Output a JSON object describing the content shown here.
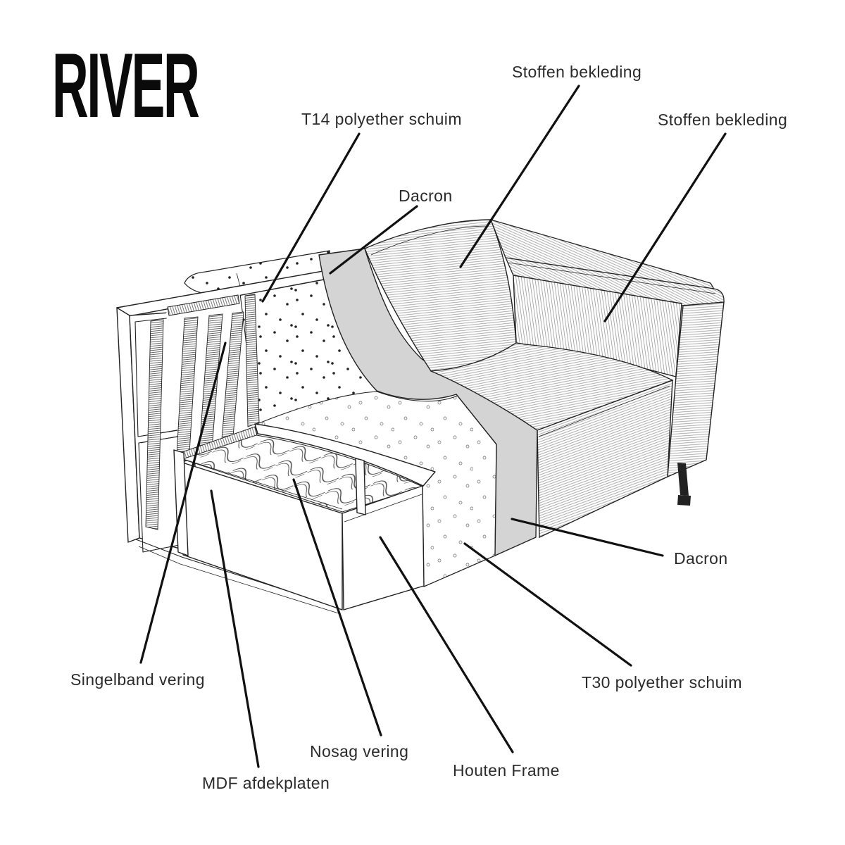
{
  "brand": {
    "logo_text": "RIVER"
  },
  "diagram": {
    "description_labels_language": "nl",
    "labels": [
      {
        "id": "stoffen-bekleding-top",
        "text": "Stoffen bekleding"
      },
      {
        "id": "t14-polyether-schuim",
        "text": "T14 polyether schuim"
      },
      {
        "id": "dacron-left",
        "text": "Dacron"
      },
      {
        "id": "stoffen-bekleding-right",
        "text": "Stoffen bekleding"
      },
      {
        "id": "dacron-right",
        "text": "Dacron"
      },
      {
        "id": "t30-polyether-schuim",
        "text": "T30 polyether schuim"
      },
      {
        "id": "singelband-vering",
        "text": "Singelband vering"
      },
      {
        "id": "nosag-vering",
        "text": "Nosag vering"
      },
      {
        "id": "mdf-afdekplaten",
        "text": "MDF afdekplaten"
      },
      {
        "id": "houten-frame",
        "text": "Houten Frame"
      }
    ],
    "colors": {
      "background": "#ffffff",
      "line": "#222222",
      "leader": "#111111",
      "dacron": "#d4d4d4",
      "hatch": "#999999",
      "strap_hatch": "#565656",
      "text": "#2b2b2b",
      "logo": "#0a0a0a"
    }
  }
}
